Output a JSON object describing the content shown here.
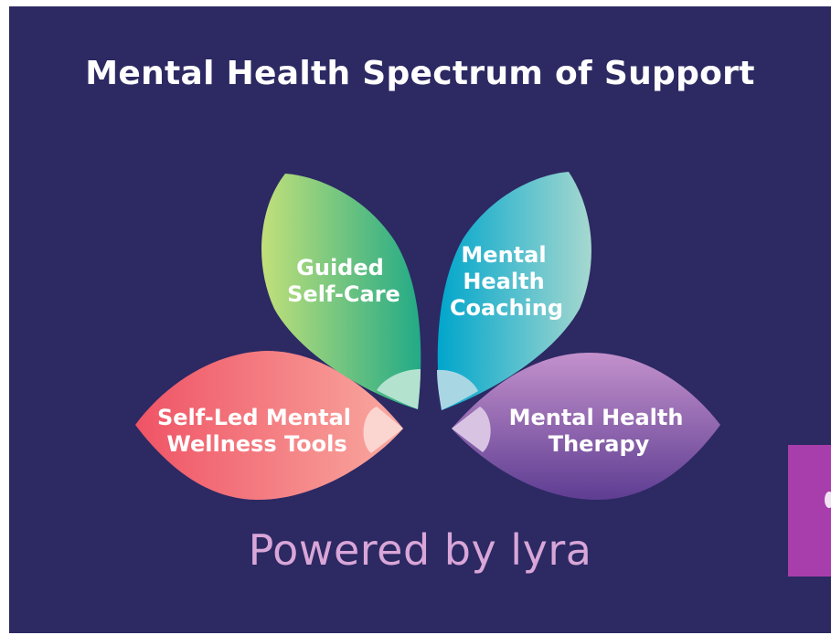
{
  "title": "Mental Health Spectrum of Support",
  "petals": [
    {
      "id": "self-led",
      "lines": [
        "Self-Led Mental",
        "Wellness Tools"
      ],
      "color_start": "#ef5365",
      "color_end": "#f9a9a0"
    },
    {
      "id": "guided",
      "lines": [
        "Guided",
        "Self-Care"
      ],
      "color_start": "#c2e07a",
      "color_end": "#22aa86"
    },
    {
      "id": "coaching",
      "lines": [
        "Mental",
        "Health",
        "Coaching"
      ],
      "color_start": "#00a6cc",
      "color_end": "#a6d8cf"
    },
    {
      "id": "therapy",
      "lines": [
        "Mental Health",
        "Therapy"
      ],
      "color_start": "#c391cc",
      "color_end": "#5e3d92"
    }
  ],
  "footer": "Powered by lyra",
  "colors": {
    "background": "#2c2963",
    "footer_text": "#d9a6d8",
    "side_tab": "#a83eab"
  }
}
